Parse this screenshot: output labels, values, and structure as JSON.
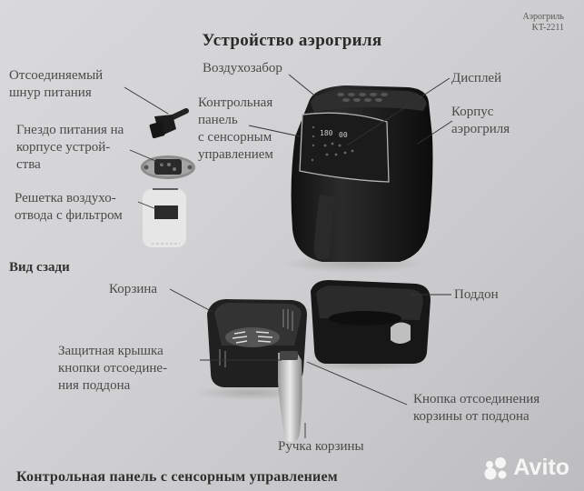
{
  "header": {
    "brand_line1": "Аэрогриль",
    "brand_line2": "KT-2211"
  },
  "page_title": "Устройство аэрогриля",
  "labels": {
    "power_cord": [
      "Отсоединяемый",
      "шнур питания"
    ],
    "power_socket": [
      "Гнездо питания на",
      "корпусе устрой-",
      "ства"
    ],
    "air_filter": [
      "Решетка воздухо-",
      "отвода с фильтром"
    ],
    "air_intake": "Воздухозабор",
    "control_panel": [
      "Контрольная",
      "панель",
      "с сенсорным",
      "управлением"
    ],
    "display": "Дисплей",
    "housing": [
      "Корпус",
      "аэрогриля"
    ],
    "basket": "Корзина",
    "pan": "Поддон",
    "protective_cover": [
      "Защитная крышка",
      "кнопки отсоедине-",
      "ния поддона"
    ],
    "release_button": [
      "Кнопка отсоединения",
      "корзины от поддона"
    ],
    "basket_handle": "Ручка корзины"
  },
  "rear_view_heading": "Вид сзади",
  "bottom_heading": "Контрольная панель с сенсорным управлением",
  "display_readout": {
    "temp": "180",
    "time": "00"
  },
  "watermark": {
    "text": "Avito",
    "icon": "avito-dots-icon"
  },
  "colors": {
    "paper": "#d3d3d5",
    "text": "#4a4a4a",
    "appliance": "#1e1e1e",
    "leader_line": "#333333"
  }
}
